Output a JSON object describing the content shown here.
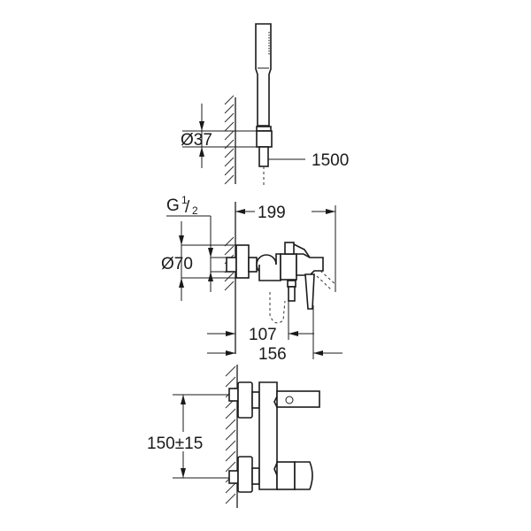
{
  "drawing": {
    "title": "Single-lever bath mixer with hand shower - dimensional drawing",
    "line_color": "#1a1a1a",
    "background": "#ffffff"
  },
  "views": {
    "hand_shower": {
      "dimensions": {
        "holder_diameter": "Ø37",
        "hose_length": "1500"
      }
    },
    "side_view": {
      "dimensions": {
        "thread": "G",
        "thread_num": "1",
        "thread_den": "2",
        "rosette_diameter": "Ø70",
        "projection_total": "199",
        "spout_projection": "107",
        "body_projection": "156"
      }
    },
    "front_view": {
      "dimensions": {
        "center_distance": "150±15"
      }
    }
  }
}
